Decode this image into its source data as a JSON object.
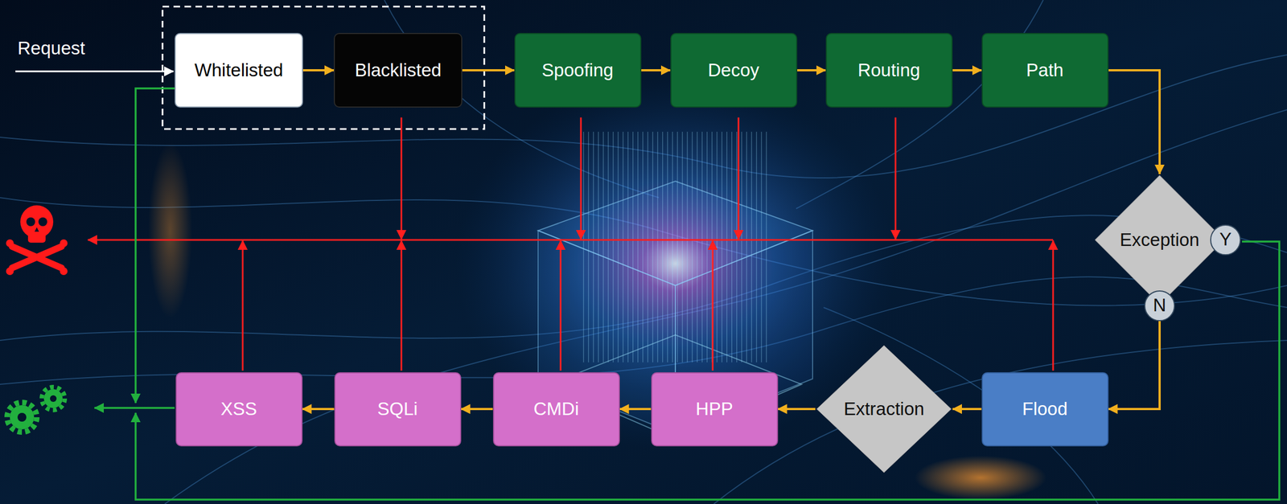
{
  "diagram": {
    "nodes": [
      {
        "text": [
          "Whitelisted"
        ]
      },
      {
        "text": [
          "Blacklisted"
        ]
      },
      {
        "text": [
          "Spoofing"
        ]
      },
      {
        "text": [
          "Decoy"
        ]
      },
      {
        "text": [
          "Routing"
        ]
      },
      {
        "text": [
          "Path"
        ]
      },
      {
        "text": [
          "Exception"
        ]
      },
      {
        "text": [
          "Flood"
        ]
      },
      {
        "text": [
          "Extraction"
        ]
      },
      {
        "text": [
          "HPP"
        ]
      },
      {
        "text": [
          "CMDi"
        ]
      },
      {
        "text": [
          "SQLi"
        ]
      },
      {
        "text": [
          "XSS"
        ]
      }
    ],
    "edges": [
      {
        "from": 0,
        "to": 1,
        "arrow": "to"
      },
      {
        "from": 1,
        "to": 2,
        "arrow": "to"
      },
      {
        "from": 2,
        "to": 3,
        "arrow": "to"
      },
      {
        "from": 3,
        "to": 4,
        "arrow": "to"
      },
      {
        "from": 4,
        "to": 5,
        "arrow": "to"
      },
      {
        "from": 5,
        "to": 6,
        "arrow": "to"
      },
      {
        "from": 6,
        "to": 7,
        "label": "N",
        "arrow": "to"
      },
      {
        "from": 7,
        "to": 8,
        "arrow": "to"
      },
      {
        "from": 8,
        "to": 9,
        "arrow": "to"
      },
      {
        "from": 9,
        "to": 10,
        "arrow": "to"
      },
      {
        "from": 10,
        "to": 11,
        "arrow": "to"
      },
      {
        "from": 11,
        "to": 12,
        "arrow": "to"
      }
    ],
    "labels": [
      "Request",
      "Y"
    ]
  }
}
